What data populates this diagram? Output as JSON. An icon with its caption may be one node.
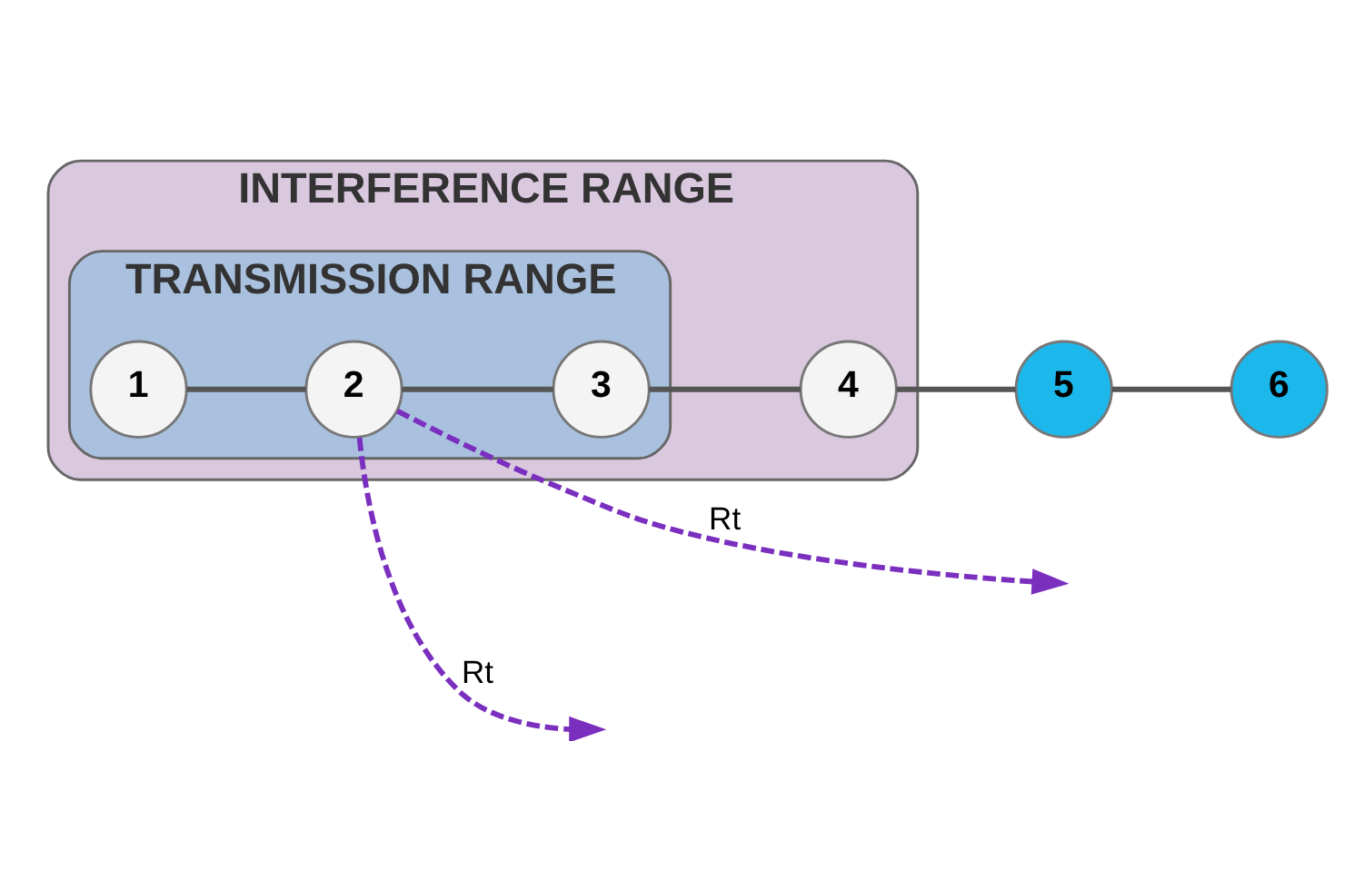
{
  "diagram": {
    "nodes": [
      {
        "text": [
          "INTERFERENCE RANGE"
        ]
      },
      {
        "text": [
          "TRANSMISSION RANGE"
        ],
        "in": 0
      },
      {
        "text": [
          "1"
        ],
        "in": 1
      },
      {
        "text": [
          "2"
        ],
        "in": 1
      },
      {
        "text": [
          "3"
        ],
        "in": 1
      },
      {
        "text": [
          "4"
        ],
        "in": 0
      },
      {
        "text": [
          "5"
        ]
      },
      {
        "text": [
          "6"
        ]
      }
    ],
    "edges": [
      {
        "from": 2,
        "to": 3,
        "arrow": "none"
      },
      {
        "from": 3,
        "to": 4,
        "arrow": "none"
      },
      {
        "from": 4,
        "to": 5,
        "arrow": "none"
      },
      {
        "from": 5,
        "to": 6,
        "arrow": "none"
      },
      {
        "from": 6,
        "to": 7,
        "arrow": "none"
      },
      {
        "from": 3,
        "to": null,
        "arrow": "to",
        "label": "Rt",
        "style": "dashed",
        "color": "#7b2fbe"
      },
      {
        "from": 3,
        "to": null,
        "arrow": "to",
        "label": "Rt",
        "style": "dashed",
        "color": "#7b2fbe"
      }
    ]
  }
}
